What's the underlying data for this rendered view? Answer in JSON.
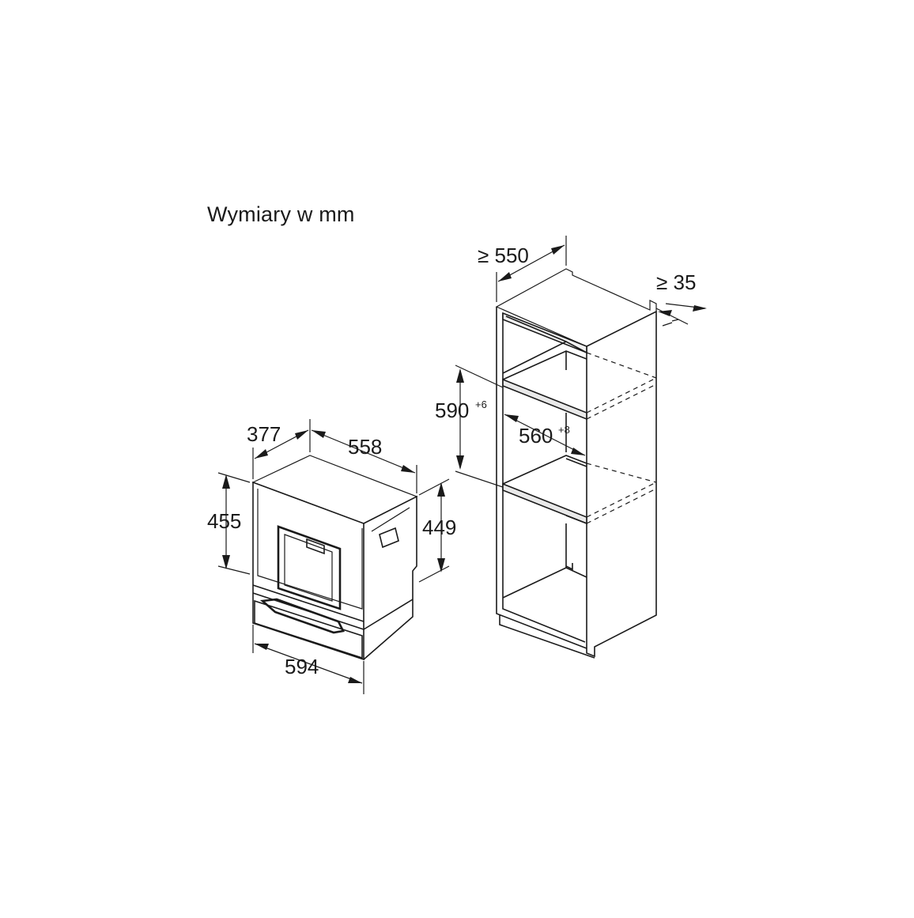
{
  "title": "Wymiary w mm",
  "appliance": {
    "depth_label": "377",
    "total_depth_label": "558",
    "height_label": "455",
    "side_height_label": "449",
    "width_label": "594"
  },
  "cabinet": {
    "depth_min_label": "≥ 550",
    "rear_gap_label": "≥ 35",
    "niche_height_label": "590",
    "niche_height_tol": "+6",
    "niche_width_label": "560",
    "niche_width_tol": "+8"
  }
}
